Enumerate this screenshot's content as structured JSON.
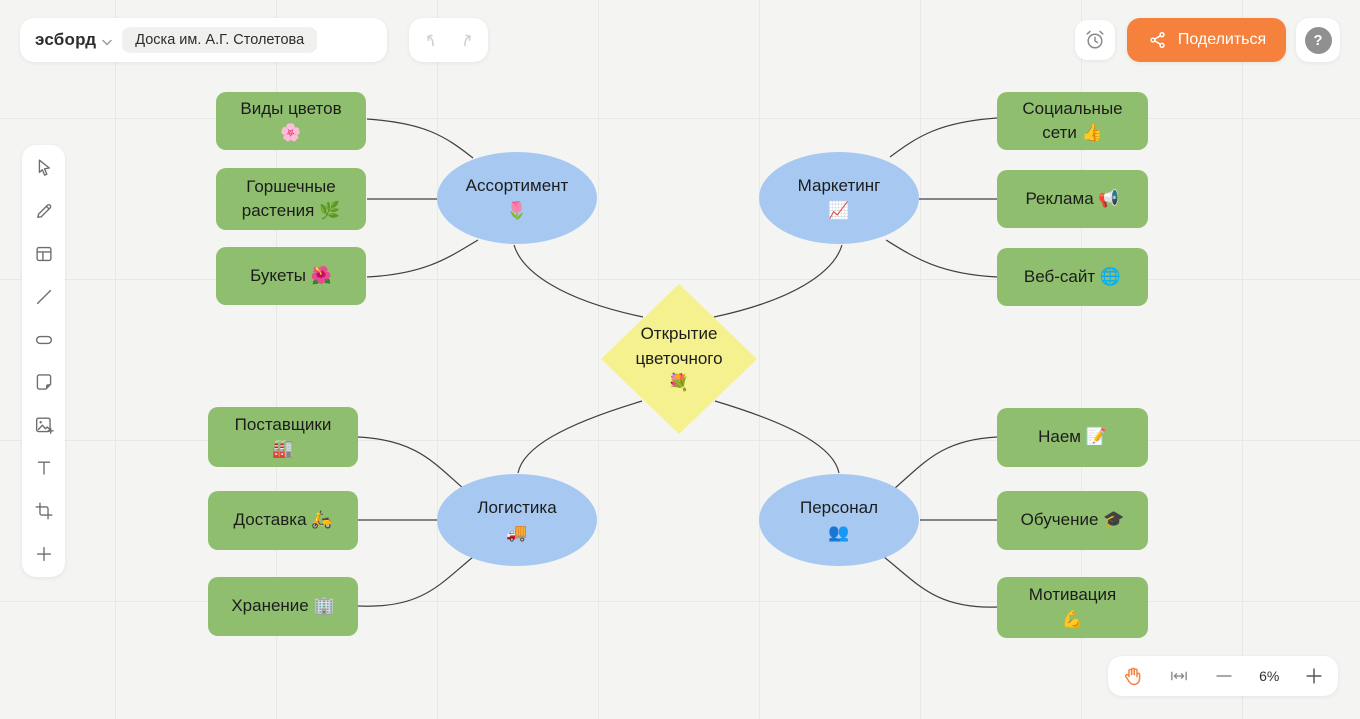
{
  "topbar": {
    "app_name": "эсборд",
    "board_name": "Доска им. А.Г. Столетова",
    "share_label": "Поделиться",
    "help_label": "?"
  },
  "toolbar": {
    "items": [
      "select",
      "pen",
      "table",
      "line",
      "shape",
      "sticky-note",
      "add-image",
      "text",
      "frame",
      "add-more"
    ]
  },
  "zoombar": {
    "zoom_level": "6%",
    "tools": [
      "pan-hand",
      "fit-to-screen",
      "zoom-out",
      "zoom-in"
    ]
  },
  "colors": {
    "accent_orange": "#F5813D",
    "node_green": "#8FBE6E",
    "node_blue": "#A6C8F1",
    "node_yellow": "#F6F18F",
    "background": "#F4F4F2"
  },
  "mindmap": {
    "center": {
      "label": "Открытие\nцветочного\n💐"
    },
    "branches": [
      {
        "label": "Ассортимент\n🌷",
        "children": [
          "Виды цветов\n🌸",
          "Горшечные\nрастения 🌿",
          "Букеты 🌺"
        ]
      },
      {
        "label": "Маркетинг\n📈",
        "children": [
          "Социальные\nсети 👍",
          "Реклама 📢",
          "Веб-сайт 🌐"
        ]
      },
      {
        "label": "Логистика\n🚚",
        "children": [
          "Поставщики\n🏭",
          "Доставка 🛵",
          "Хранение 🏢"
        ]
      },
      {
        "label": "Персонал\n👥",
        "children": [
          "Наем 📝",
          "Обучение 🎓",
          "Мотивация\n💪"
        ]
      }
    ]
  }
}
